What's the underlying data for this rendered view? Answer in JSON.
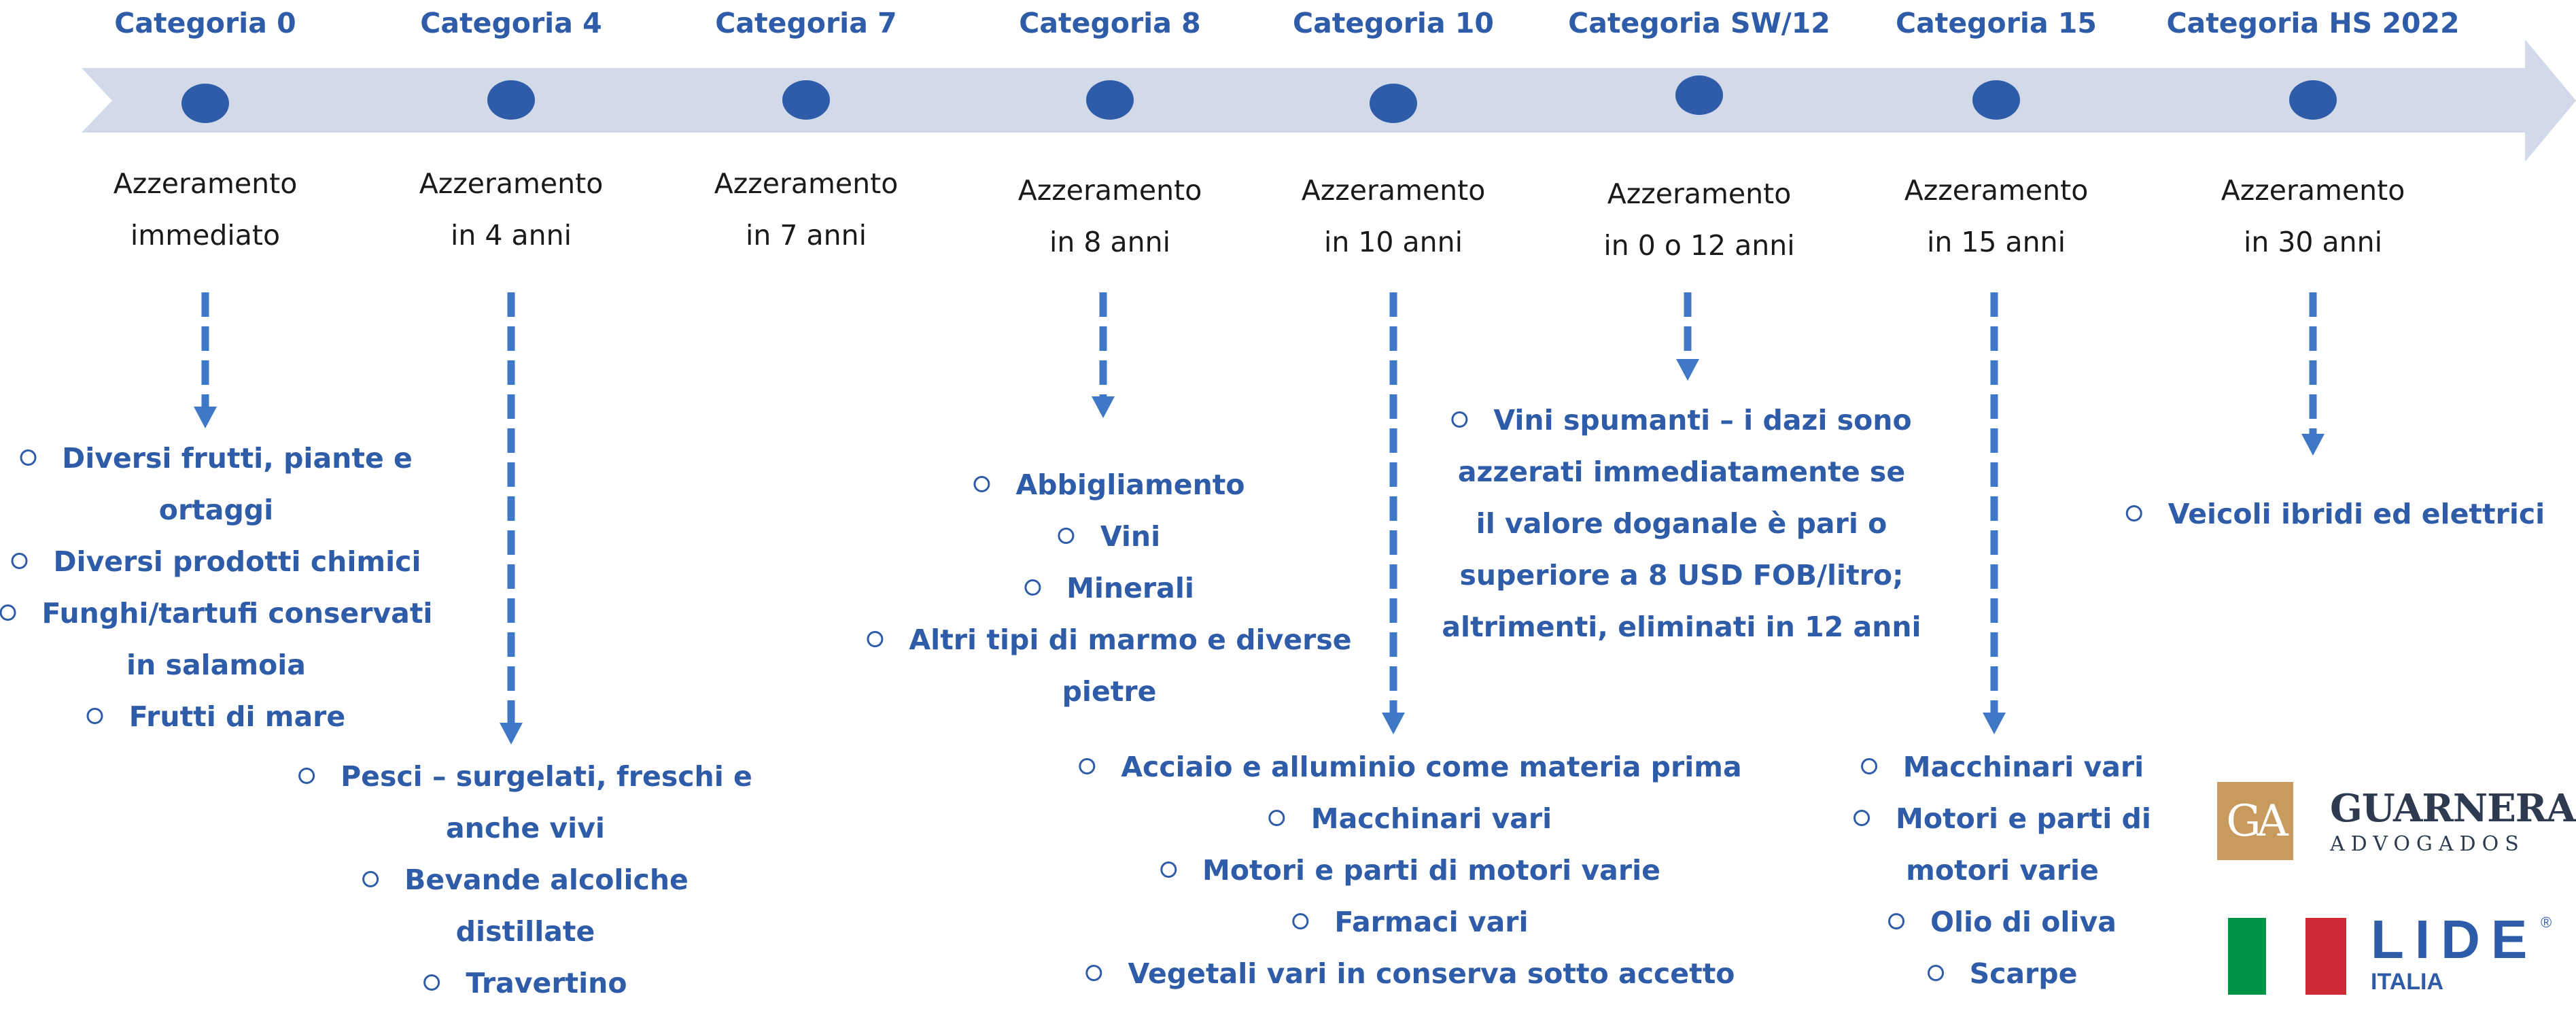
{
  "colors": {
    "accent": "#2F5CA8",
    "band": "#D2D9E8",
    "arrow": "#3F78C6",
    "text": "#1a1a1a",
    "guarnera_gold": "#C79A5E",
    "guarnera_text": "#2D3A50",
    "lide_blue": "#2F5CA8",
    "italy_green": "#009246",
    "italy_red": "#CE2B37"
  },
  "categories": [
    {
      "title": "Categoria 0",
      "desc": [
        "Azzeramento",
        "immediato"
      ]
    },
    {
      "title": "Categoria 4",
      "desc": [
        "Azzeramento",
        "in 4 anni"
      ]
    },
    {
      "title": "Categoria 7",
      "desc": [
        "Azzeramento",
        "in 7 anni"
      ]
    },
    {
      "title": "Categoria 8",
      "desc": [
        "Azzeramento",
        "in 8 anni"
      ]
    },
    {
      "title": "Categoria 10",
      "desc": [
        "Azzeramento",
        "in 10 anni"
      ]
    },
    {
      "title": "Categoria SW/12",
      "desc": [
        "Azzeramento",
        "in 0 o 12 anni"
      ]
    },
    {
      "title": "Categoria 15",
      "desc": [
        "Azzeramento",
        "in 15 anni"
      ]
    },
    {
      "title": "Categoria HS 2022",
      "desc": [
        "Azzeramento",
        "in 30 anni"
      ]
    }
  ],
  "item_groups": [
    {
      "items": [
        [
          "Diversi frutti, piante e",
          "ortaggi"
        ],
        [
          "Diversi prodotti chimici"
        ],
        [
          "Funghi/tartufi conservati",
          "in salamoia"
        ],
        [
          "Frutti di mare"
        ]
      ]
    },
    {
      "items": [
        [
          "Pesci – surgelati, freschi e",
          "anche vivi"
        ],
        [
          "Bevande alcoliche",
          "distillate"
        ],
        [
          "Travertino"
        ]
      ]
    },
    {
      "items": [
        [
          "Abbigliamento"
        ],
        [
          "Vini"
        ],
        [
          "Minerali"
        ],
        [
          "Altri tipi di marmo e diverse",
          "pietre"
        ]
      ]
    },
    {
      "items": [
        [
          "Acciaio e alluminio come materia prima"
        ],
        [
          "Macchinari vari"
        ],
        [
          "Motori e parti di motori varie"
        ],
        [
          "Farmaci vari"
        ],
        [
          "Vegetali vari in conserva sotto accetto"
        ]
      ]
    },
    {
      "items": [
        [
          "Vini spumanti – i dazi sono",
          "azzerati immediatamente se",
          "il valore doganale è pari o",
          "superiore a 8 USD FOB/litro;",
          "altrimenti, eliminati in 12 anni"
        ]
      ]
    },
    {
      "items": [
        [
          "Macchinari vari"
        ],
        [
          "Motori e parti di",
          "motori varie"
        ],
        [
          "Olio di oliva"
        ],
        [
          "Scarpe"
        ]
      ]
    },
    {
      "items": [
        [
          "Veicoli ibridi ed elettrici"
        ]
      ]
    }
  ],
  "logos": {
    "guarnera_mark": "GA",
    "guarnera_name": "GUARNERA",
    "guarnera_sub": "ADVOGADOS",
    "lide_name": "LIDE",
    "lide_reg": "®",
    "lide_sub": "ITALIA"
  }
}
